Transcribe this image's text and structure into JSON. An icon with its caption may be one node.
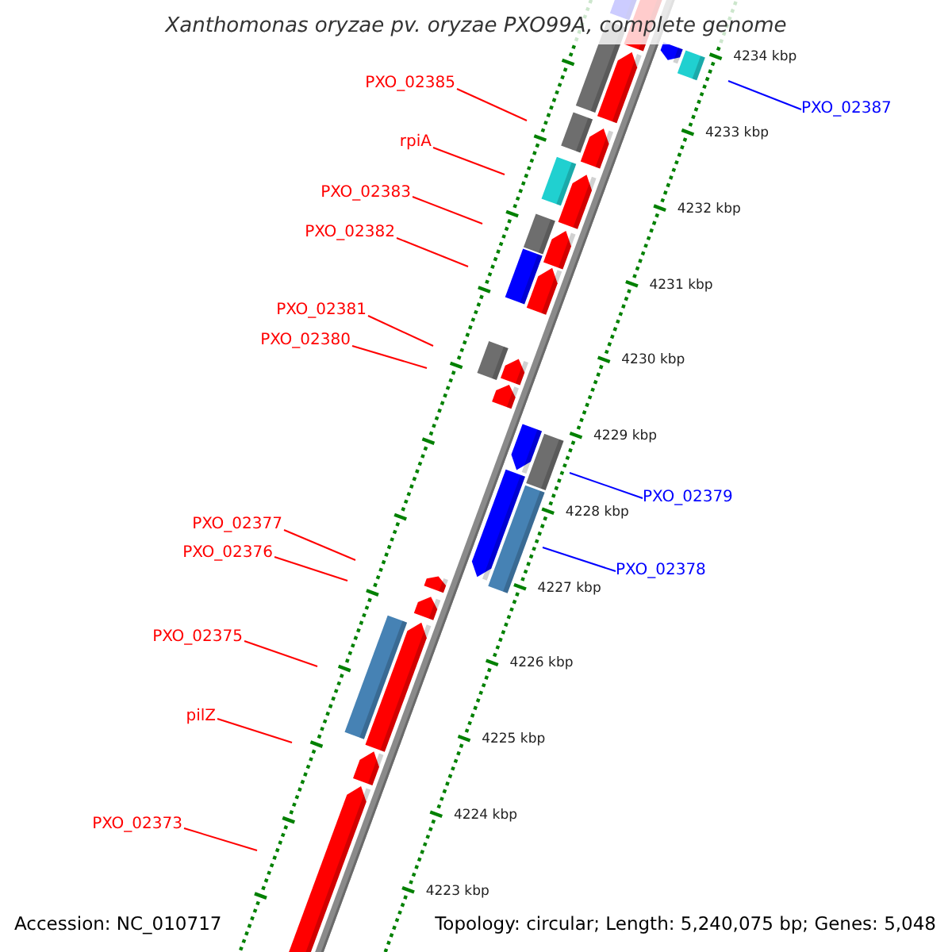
{
  "diagram": {
    "title": "Xanthomonas oryzae pv. oryzae PXO99A, complete genome",
    "nodes": [
      {
        "text": [
          "PXO_02385"
        ]
      },
      {
        "text": [
          "PXO_02387"
        ]
      },
      {
        "text": [
          "rpiA"
        ]
      },
      {
        "text": [
          "PXO_02383"
        ]
      },
      {
        "text": [
          "PXO_02382"
        ]
      },
      {
        "text": [
          "PXO_02381"
        ]
      },
      {
        "text": [
          "PXO_02380"
        ]
      },
      {
        "text": [
          "PXO_02379"
        ]
      },
      {
        "text": [
          "PXO_02377"
        ]
      },
      {
        "text": [
          "PXO_02378"
        ]
      },
      {
        "text": [
          "PXO_02376"
        ]
      },
      {
        "text": [
          "PXO_02375"
        ]
      },
      {
        "text": [
          "pilZ"
        ]
      },
      {
        "text": [
          "PXO_02373"
        ]
      }
    ],
    "edges": [
      {
        "from": 0,
        "to": null,
        "arrow": "none"
      },
      {
        "from": 1,
        "to": null,
        "arrow": "none",
        "color": "#0000ff"
      },
      {
        "from": 2,
        "to": null,
        "arrow": "none"
      },
      {
        "from": 3,
        "to": null,
        "arrow": "none"
      },
      {
        "from": 4,
        "to": null,
        "arrow": "none"
      },
      {
        "from": 5,
        "to": null,
        "arrow": "none"
      },
      {
        "from": 6,
        "to": null,
        "arrow": "none"
      },
      {
        "from": 7,
        "to": null,
        "arrow": "none",
        "color": "#0000ff"
      },
      {
        "from": 8,
        "to": null,
        "arrow": "none"
      },
      {
        "from": 9,
        "to": null,
        "arrow": "none",
        "color": "#0000ff"
      },
      {
        "from": 10,
        "to": null,
        "arrow": "none"
      },
      {
        "from": 11,
        "to": null,
        "arrow": "none"
      },
      {
        "from": 12,
        "to": null,
        "arrow": "none"
      },
      {
        "from": 13,
        "to": null,
        "arrow": "none"
      }
    ],
    "labels": [
      "4234 kbp",
      "4233 kbp",
      "4232 kbp",
      "4231 kbp",
      "4230 kbp",
      "4229 kbp",
      "4228 kbp",
      "4227 kbp",
      "4226 kbp",
      "4225 kbp",
      "4224 kbp",
      "4223 kbp",
      "Accession: NC_010717",
      "Topology: circular; Length: 5,240,075 bp; Genes: 5,048"
    ]
  }
}
